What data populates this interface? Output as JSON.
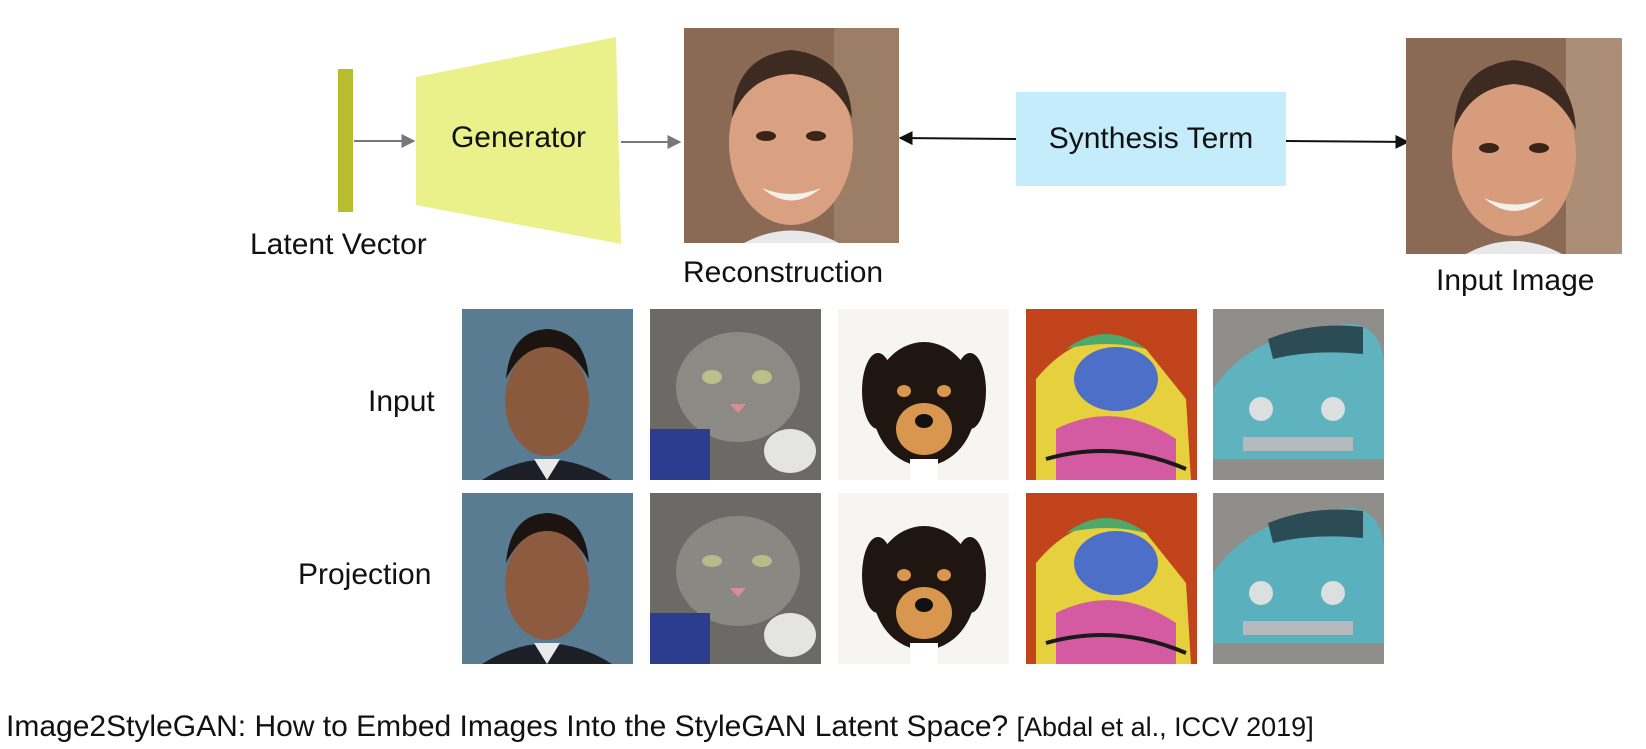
{
  "diagram": {
    "latent_label": "Latent Vector",
    "generator_label": "Generator",
    "reconstruction_label": "Reconstruction",
    "synthesis_label": "Synthesis Term",
    "input_image_label": "Input Image",
    "colors": {
      "latent_bar": "#b7bd2d",
      "generator": "#eaf08a",
      "synthesis_box": "#c4ecfb",
      "arrow_gray": "#777777",
      "arrow_black": "#111111"
    }
  },
  "grid": {
    "row_labels": [
      "Input",
      "Projection"
    ],
    "columns": [
      "portrait",
      "cat",
      "puppy",
      "cubist-painting",
      "vintage-car"
    ]
  },
  "caption": {
    "title": "Image2StyleGAN: How to Embed Images Into the StyleGAN Latent Space?",
    "citation": "[Abdal et al., ICCV 2019]"
  }
}
